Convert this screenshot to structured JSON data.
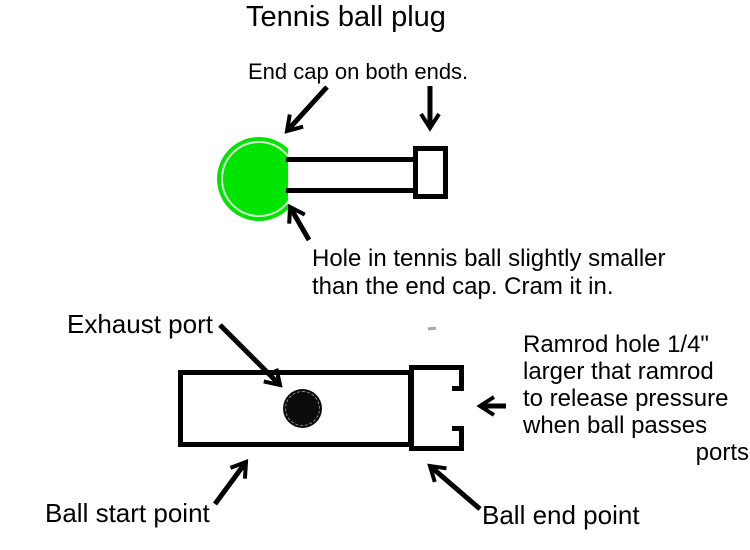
{
  "title": "Tennis ball plug",
  "colors": {
    "ball_green": "#00e400",
    "ink": "#000000",
    "background": "#ffffff"
  },
  "upper_diagram": {
    "end_cap_note": "End cap on both ends.",
    "hole_note": [
      "Hole in tennis ball slightly smaller",
      "than the end cap. Cram it in."
    ]
  },
  "lower_diagram": {
    "exhaust_label": "Exhaust port",
    "ramrod_note": [
      "Ramrod hole 1/4\"",
      "larger that ramrod",
      "to release pressure",
      "when ball passes",
      "ports"
    ],
    "ball_start_label": "Ball start point",
    "ball_end_label": "Ball end point"
  }
}
